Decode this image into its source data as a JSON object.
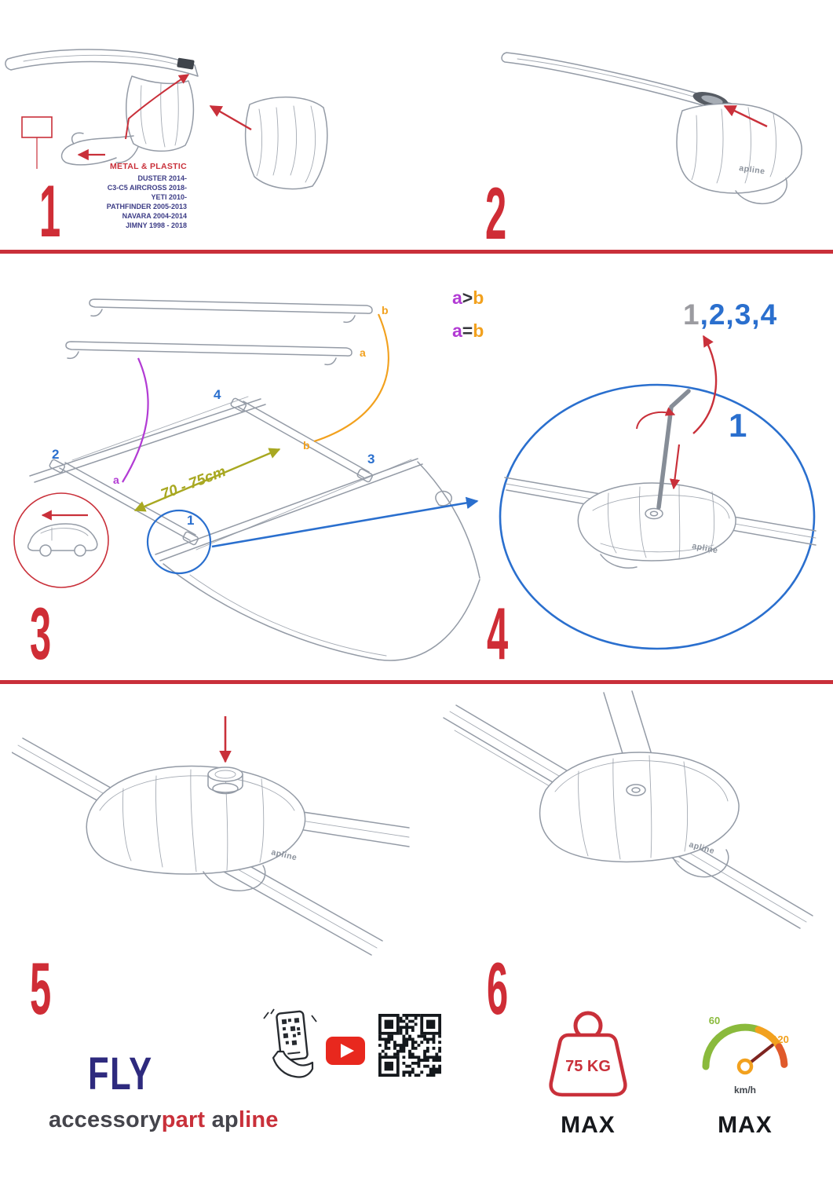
{
  "accent": {
    "red": "#c9303a",
    "blue": "#2a6fce",
    "purple": "#b23bd4",
    "orange": "#f2a11e",
    "olive": "#a8a821",
    "navy": "#2e2a7e"
  },
  "brand_mark": "apline",
  "steps": {
    "s1": {
      "num": "1",
      "material": "METAL & PLASTIC",
      "models": [
        "DUSTER 2014-",
        "C3-C5 AIRCROSS 2018-",
        "YETI 2010-",
        "PATHFINDER 2005-2013",
        "NAVARA 2004-2014",
        "JIMNY 1998 - 2018"
      ]
    },
    "s2": {
      "num": "2"
    },
    "s3": {
      "num": "3",
      "legend1_a": "a",
      "legend1_op": ">",
      "legend1_b": "b",
      "legend2_a": "a",
      "legend2_op": "=",
      "legend2_b": "b",
      "bar_b": "b",
      "bar_a": "a",
      "roof_a": "a",
      "roof_b": "b",
      "pos2": "2",
      "pos4": "4",
      "pos3": "3",
      "pos1": "1",
      "distance": "70 - 75cm"
    },
    "s4": {
      "num": "4",
      "seq_gray": "1",
      "seq_blue": ",2,3,4",
      "callout": "1"
    },
    "s5": {
      "num": "5"
    },
    "s6": {
      "num": "6"
    }
  },
  "footer": {
    "product": "FLY",
    "brand1_dark": "accessory",
    "brand1_red": "part",
    "brand2_dark": "ap",
    "brand2_red": "line",
    "weight_value": "75 KG",
    "weight_max": "MAX",
    "speed_low": "60",
    "speed_high": "120",
    "speed_unit": "km/h",
    "speed_max": "MAX"
  }
}
